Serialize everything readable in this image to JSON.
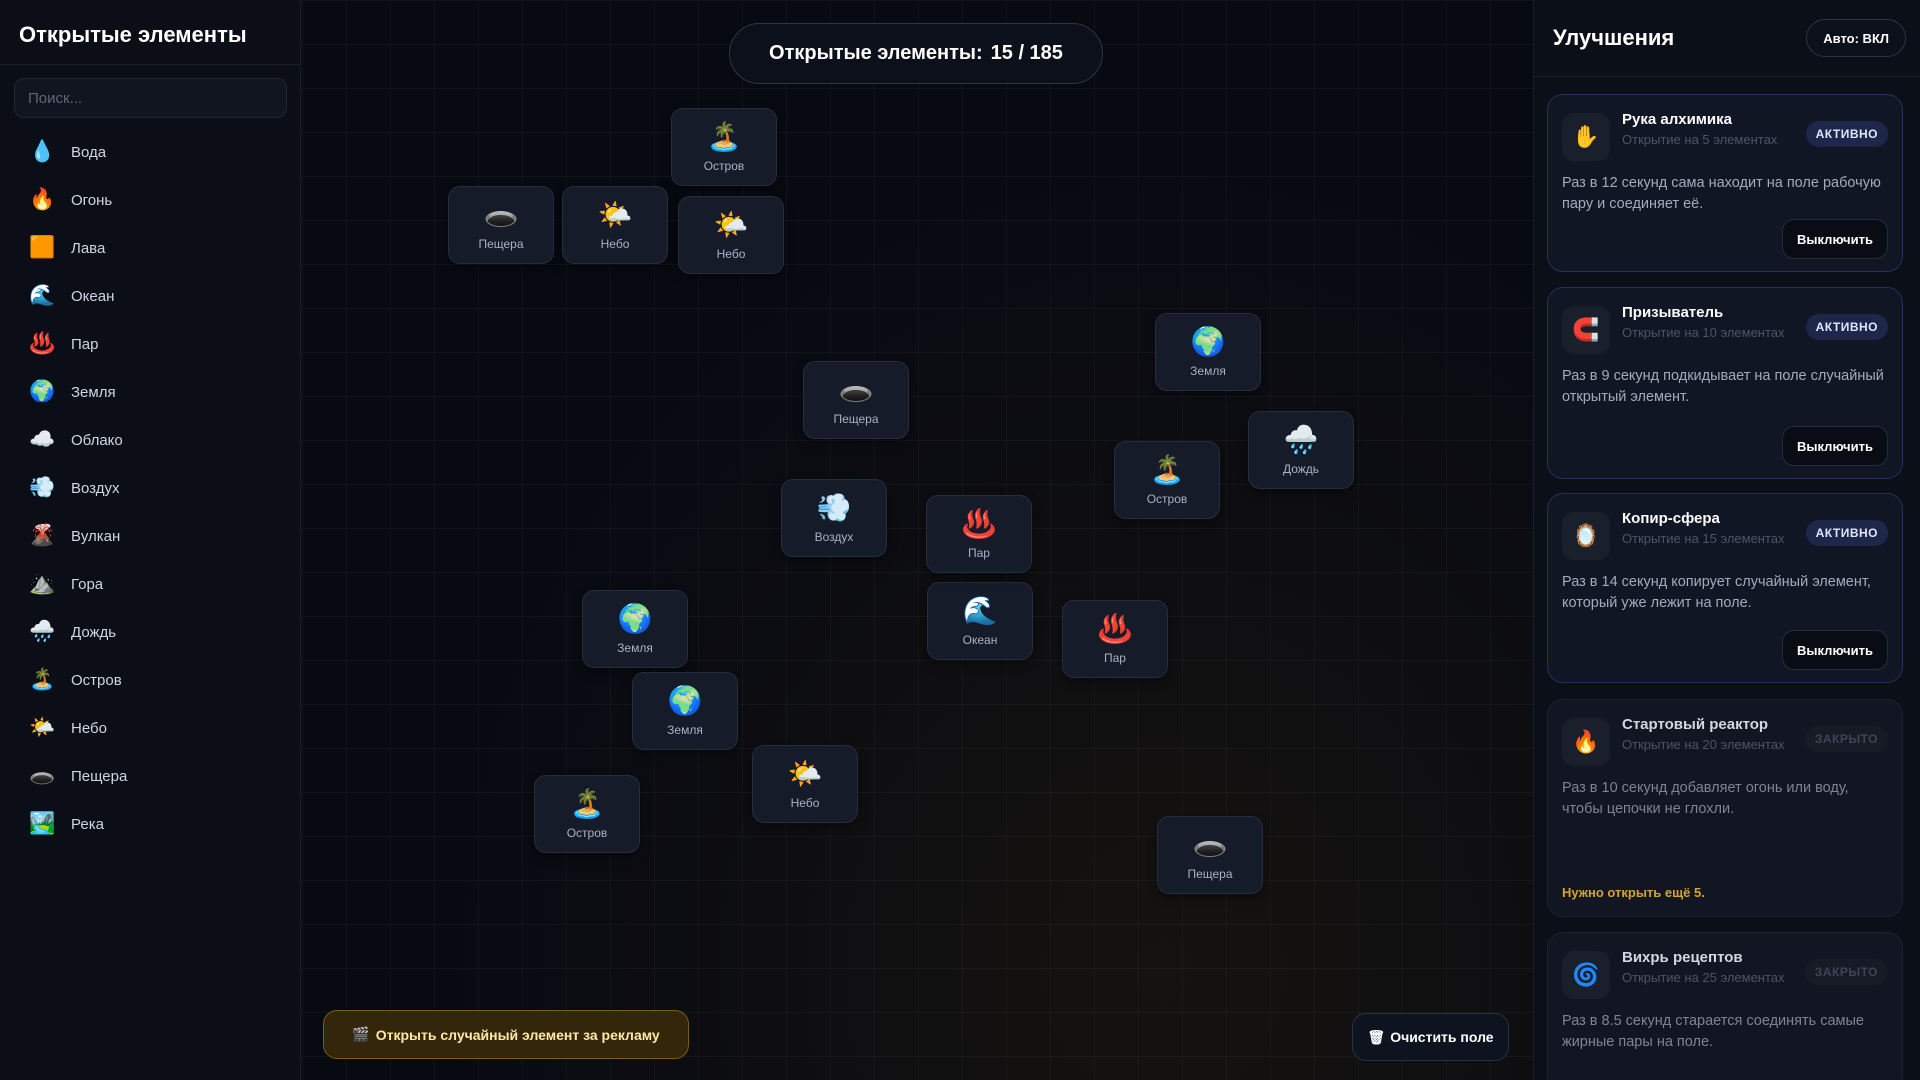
{
  "sidebar": {
    "title": "Открытые элементы",
    "search_placeholder": "Поиск...",
    "items": [
      {
        "label": "Вода",
        "icon": "💧"
      },
      {
        "label": "Огонь",
        "icon": "🔥"
      },
      {
        "label": "Лава",
        "icon": "🟧"
      },
      {
        "label": "Океан",
        "icon": "🌊"
      },
      {
        "label": "Пар",
        "icon": "♨️"
      },
      {
        "label": "Земля",
        "icon": "🌍"
      },
      {
        "label": "Облако",
        "icon": "☁️"
      },
      {
        "label": "Воздух",
        "icon": "💨"
      },
      {
        "label": "Вулкан",
        "icon": "🌋"
      },
      {
        "label": "Гора",
        "icon": "⛰️"
      },
      {
        "label": "Дождь",
        "icon": "🌧️"
      },
      {
        "label": "Остров",
        "icon": "🏝️"
      },
      {
        "label": "Небо",
        "icon": "🌤️"
      },
      {
        "label": "Пещера",
        "icon": "🕳️"
      },
      {
        "label": "Река",
        "icon": "🏞️"
      }
    ]
  },
  "counter": {
    "label": "Открытые элементы:",
    "value": "15 / 185"
  },
  "field": [
    {
      "label": "Остров",
      "icon": "🏝️"
    },
    {
      "label": "Пещера",
      "icon": "🕳️"
    },
    {
      "label": "Небо",
      "icon": "🌤️"
    },
    {
      "label": "Небо",
      "icon": "🌤️"
    },
    {
      "label": "Земля",
      "icon": "🌍"
    },
    {
      "label": "Пещера",
      "icon": "🕳️"
    },
    {
      "label": "Дождь",
      "icon": "🌧️"
    },
    {
      "label": "Остров",
      "icon": "🏝️"
    },
    {
      "label": "Воздух",
      "icon": "💨"
    },
    {
      "label": "Океан",
      "icon": "🌊"
    },
    {
      "label": "Пар",
      "icon": "♨️"
    },
    {
      "label": "Пар",
      "icon": "♨️"
    },
    {
      "label": "Земля",
      "icon": "🌍"
    },
    {
      "label": "Земля",
      "icon": "🌍"
    },
    {
      "label": "Небо",
      "icon": "🌤️"
    },
    {
      "label": "Остров",
      "icon": "🏝️"
    },
    {
      "label": "Пещера",
      "icon": "🕳️"
    }
  ],
  "bottom": {
    "ad_icon": "🎬",
    "ad_label": "Открыть случайный элемент за рекламу",
    "clear_icon": "🗑",
    "clear_label": "Очистить поле"
  },
  "upgrades": {
    "title": "Улучшения",
    "auto_label": "Авто: ВКЛ",
    "items": [
      {
        "icon": "✋",
        "title": "Рука алхимика",
        "sub": "Открытие на 5 элементах",
        "status": "АКТИВНО",
        "desc": "Раз в 12 секунд сама находит на поле рабочую пару и соединяет её.",
        "button": "Выключить"
      },
      {
        "icon": "🧲",
        "title": "Призыватель",
        "sub": "Открытие на 10 элементах",
        "status": "АКТИВНО",
        "desc": "Раз в 9 секунд подкидывает на поле случайный открытый элемент.",
        "button": "Выключить"
      },
      {
        "icon": "🪞",
        "title": "Копир-сфера",
        "sub": "Открытие на 15 элементах",
        "status": "АКТИВНО",
        "desc": "Раз в 14 секунд копирует случайный элемент, который уже лежит на поле.",
        "button": "Выключить"
      },
      {
        "icon": "🔥",
        "title": "Стартовый реактор",
        "sub": "Открытие на 20 элементах",
        "status": "ЗАКРЫТО",
        "desc": "Раз в 10 секунд добавляет огонь или воду, чтобы цепочки не глохли.",
        "need": "Нужно открыть ещё 5."
      },
      {
        "icon": "🌀",
        "title": "Вихрь рецептов",
        "sub": "Открытие на 25 элементах",
        "status": "ЗАКРЫТО",
        "desc": "Раз в 8.5 секунд старается соединять самые жирные пары на поле."
      }
    ]
  }
}
